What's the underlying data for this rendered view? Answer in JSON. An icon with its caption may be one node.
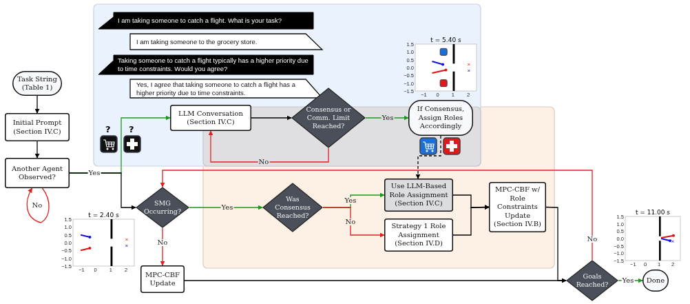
{
  "diagram": {
    "nodes": [
      {
        "text": [
          "Task String (Table 1)"
        ]
      },
      {
        "text": [
          "Initial Prompt (Section IV.C)"
        ]
      },
      {
        "text": [
          "Another Agent Observed?"
        ]
      },
      {
        "text": [
          "I am taking someone to catch a flight. What is your task?"
        ]
      },
      {
        "text": [
          "I am taking someone to the grocery store."
        ]
      },
      {
        "text": [
          "Taking someone to catch a flight typically has a higher priority due to time constraints. Would you agree?"
        ]
      },
      {
        "text": [
          "Yes, I agree that taking someone to catch a flight has a higher priority due to time constraints."
        ]
      },
      {
        "text": [
          "LLM Conversation (Section IV.C)"
        ]
      },
      {
        "text": [
          "Consensus or Comm. Limit Reached?"
        ]
      },
      {
        "text": [
          "If Consensus, Assign Roles Accordingly"
        ]
      },
      {
        "text": [
          "SMG Occurring?"
        ]
      },
      {
        "text": [
          "Was Consensus Reached?"
        ]
      },
      {
        "text": [
          "Use LLM-Based Role Assignment (Section IV.C)"
        ]
      },
      {
        "text": [
          "Strategy 1 Role Assignment (Section IV.D)"
        ]
      },
      {
        "text": [
          "MPC-CBF w/ Role Constraints Update (Section IV.B)"
        ]
      },
      {
        "text": [
          "MPC-CBF Update"
        ]
      },
      {
        "text": [
          "Goals Reached?"
        ]
      },
      {
        "text": [
          "Done"
        ]
      }
    ],
    "edges": [
      {
        "from": 0,
        "to": 1,
        "arrow": "to"
      },
      {
        "from": 1,
        "to": 2,
        "arrow": "to"
      },
      {
        "from": 2,
        "to": 7,
        "arrow": "to",
        "label": "Yes",
        "color": "#1a9a1a"
      },
      {
        "from": 2,
        "to": 10,
        "arrow": "to"
      },
      {
        "from": 2,
        "to": 2,
        "arrow": "to",
        "label": "No",
        "color": "#e02020"
      },
      {
        "from": 7,
        "to": 8,
        "arrow": "to"
      },
      {
        "from": 8,
        "to": 9,
        "arrow": "to",
        "label": "Yes",
        "color": "#1a9a1a"
      },
      {
        "from": 8,
        "to": 7,
        "arrow": "to",
        "label": "No",
        "color": "#e02020"
      },
      {
        "from": 9,
        "to": 12,
        "arrow": "to",
        "style": "dashed"
      },
      {
        "from": 10,
        "to": 11,
        "arrow": "to",
        "label": "Yes",
        "color": "#1a9a1a"
      },
      {
        "from": 10,
        "to": 15,
        "arrow": "to",
        "label": "No",
        "color": "#e02020"
      },
      {
        "from": 11,
        "to": 12,
        "arrow": "to",
        "label": "Yes",
        "color": "#1a9a1a"
      },
      {
        "from": 11,
        "to": 13,
        "arrow": "to",
        "label": "No",
        "color": "#e02020"
      },
      {
        "from": 12,
        "to": 14,
        "arrow": "to"
      },
      {
        "from": 13,
        "to": 14,
        "arrow": "to"
      },
      {
        "from": 14,
        "to": 16,
        "arrow": "to"
      },
      {
        "from": 15,
        "to": 16,
        "arrow": "to"
      },
      {
        "from": 16,
        "to": 17,
        "arrow": "to",
        "label": "Yes",
        "color": "#1a9a1a"
      },
      {
        "from": 16,
        "to": 10,
        "arrow": "to",
        "label": "No",
        "color": "#e02020"
      }
    ],
    "labels": [
      "t = 5.40 s",
      "1.5",
      "1.0",
      "0.5",
      "0.0",
      "−0.5",
      "−1.0",
      "−1.5",
      "−1",
      "0",
      "1",
      "2",
      "?",
      "?",
      "t = 2.40 s",
      "1.5",
      "1.0",
      "0.5",
      "0.0",
      "−0.5",
      "−1.0",
      "−1.5",
      "−1",
      "0",
      "1",
      "2",
      "t = 11.00 s",
      "1.5",
      "1.0",
      "0.5",
      "0.0",
      "−0.5",
      "−1.0",
      "−1.5",
      "−1",
      "0",
      "1",
      "2"
    ]
  }
}
